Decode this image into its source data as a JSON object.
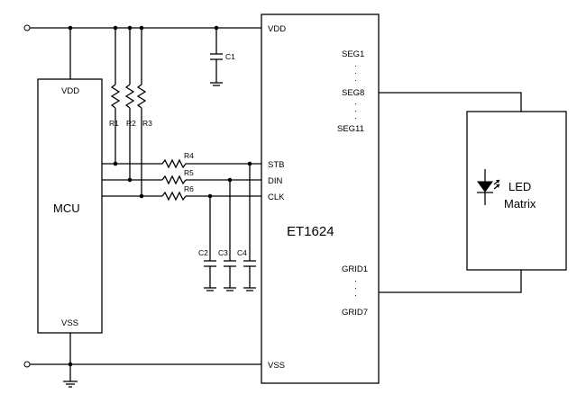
{
  "mcu": {
    "label": "MCU",
    "vdd": "VDD",
    "vss": "VSS"
  },
  "ic": {
    "label": "ET1624",
    "vdd": "VDD",
    "vss": "VSS",
    "seg_first": "SEG1",
    "seg_mid": "SEG8",
    "seg_last": "SEG11",
    "grid_first": "GRID1",
    "grid_last": "GRID7",
    "stb": "STB",
    "din": "DIN",
    "clk": "CLK"
  },
  "led": {
    "line1": "LED",
    "line2": "Matrix"
  },
  "resistors": {
    "r1": "R1",
    "r2": "R2",
    "r3": "R3",
    "r4": "R4",
    "r5": "R5",
    "r6": "R6"
  },
  "capacitors": {
    "c1": "C1",
    "c2": "C2",
    "c3": "C3",
    "c4": "C4"
  }
}
